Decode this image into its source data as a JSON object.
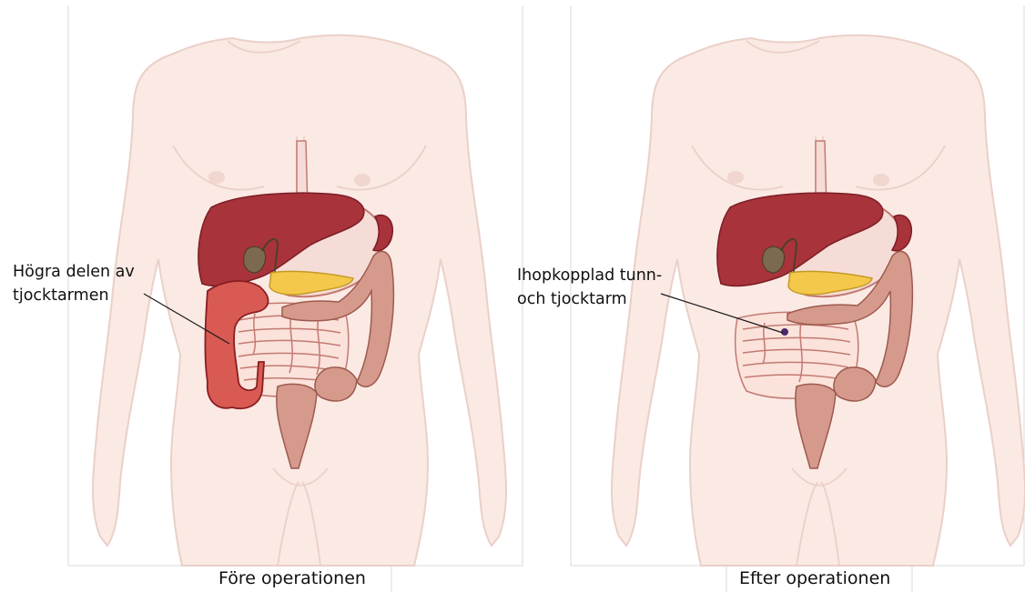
{
  "panels": {
    "before": {
      "caption": "Före operationen",
      "label_lines": [
        "Högra delen av",
        "tjocktarmen"
      ]
    },
    "after": {
      "caption": "Efter operationen",
      "label_lines": [
        "Ihopkopplad tunn-",
        "och tjocktarm"
      ]
    }
  },
  "colors": {
    "skin": "#fbe9e4",
    "skin_outline": "#ead0c8",
    "liver": "#a8333a",
    "stomach": "#f6dcd6",
    "pancreas": "#f4c84a",
    "small_intestine": "#fbe2da",
    "colon": "#d69a8c",
    "right_colon_highlight": "#d85a52"
  }
}
